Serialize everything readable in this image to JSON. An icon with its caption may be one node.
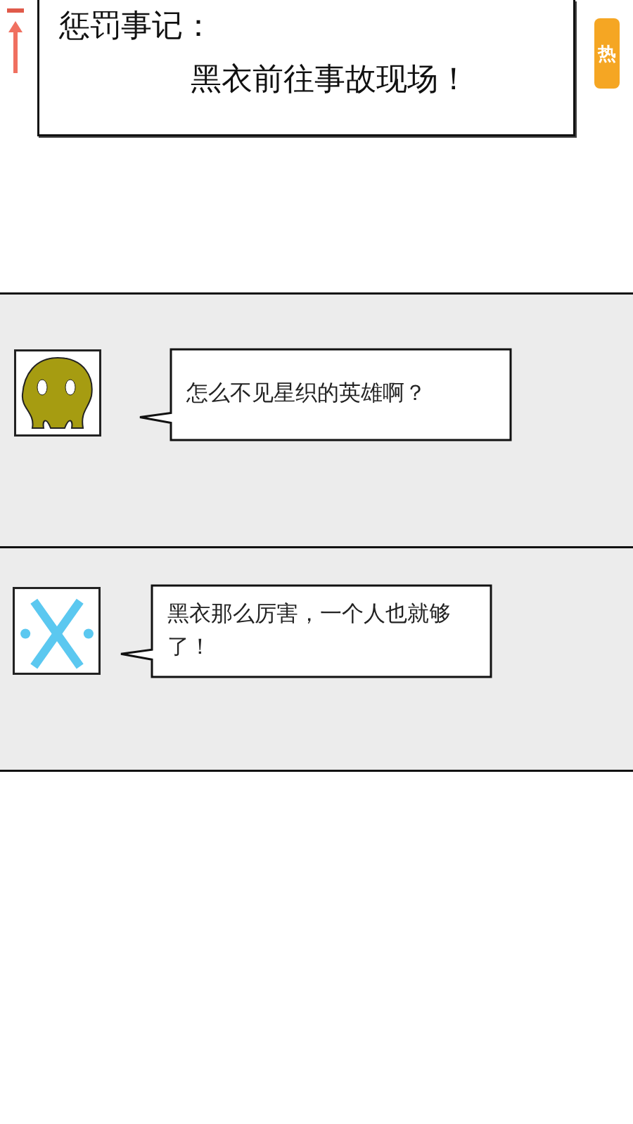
{
  "diagram": {
    "nodes": [
      {
        "text": [
          "惩罚事记：",
          "黑衣前往事故现场！"
        ]
      },
      {
        "text": [],
        "shape": "box"
      },
      {
        "text": [],
        "shape": "picture",
        "in": 1
      },
      {
        "text": [
          "怎么不见星织的英雄啊？"
        ],
        "in": 1
      },
      {
        "text": [],
        "shape": "box"
      },
      {
        "text": [],
        "shape": "picture",
        "in": 4
      },
      {
        "text": [
          "黑衣那么厉害，一个人也就够了！"
        ],
        "in": 4
      }
    ],
    "labels": [
      "热"
    ]
  }
}
